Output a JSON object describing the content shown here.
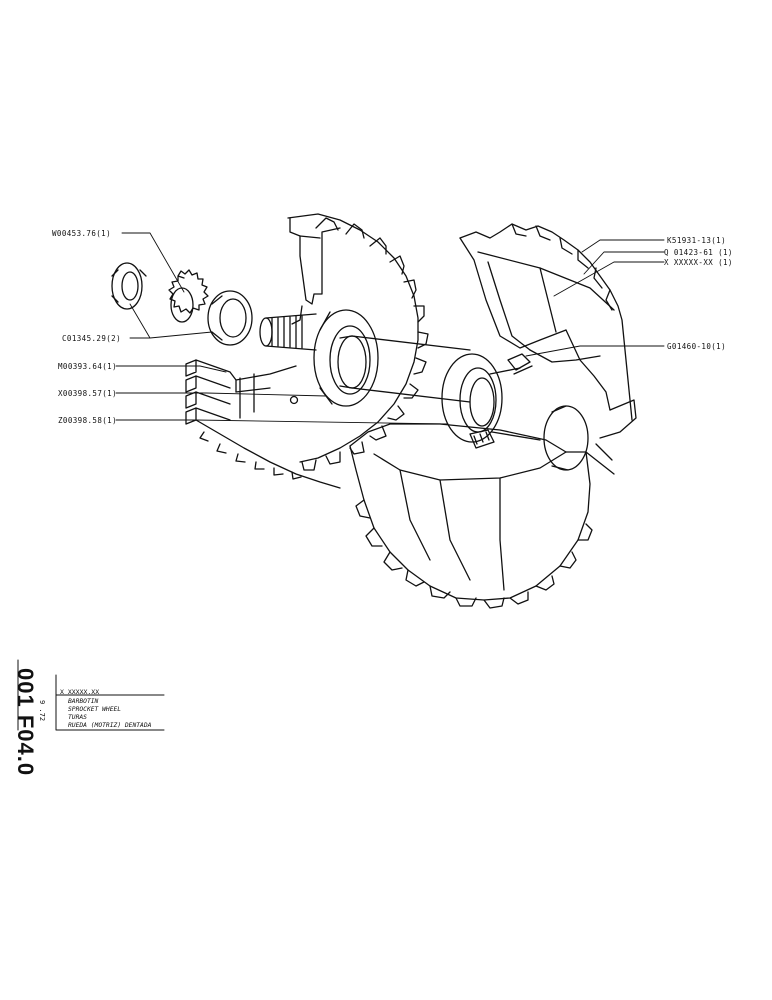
{
  "labels": {
    "w00453": "W00453.76(1)",
    "c01345": "C01345.29(2)",
    "m00393": "M00393.64(1)",
    "x00398": "X00398.57(1)",
    "z00398": "Z00398.58(1)",
    "k51931": "K51931-13(1)",
    "q01423": "Q 01423-61 (1)",
    "xxxxxx": "X XXXXX-XX (1)",
    "g01460": "G01460-10(1)"
  },
  "title_block": {
    "drawing_code": "001 F04.0",
    "date": "9 .72",
    "part_code": "X XXXXX.XX",
    "names": [
      "BARBOTIN",
      "SPROCKET WHEEL",
      "TURAS",
      "RUEDA (MOTRIZ) DENTADA"
    ]
  }
}
